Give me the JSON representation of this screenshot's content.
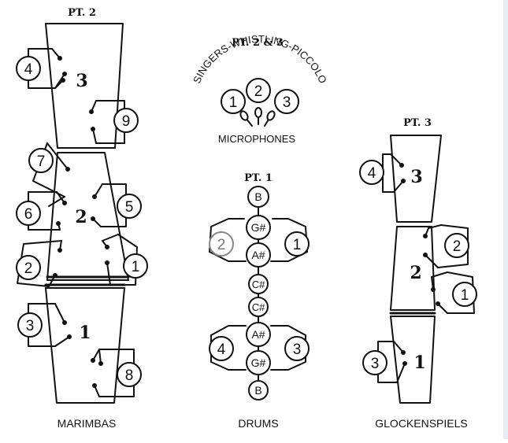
{
  "headers": {
    "marimbas_part": "PT. 2",
    "mics_part": "PT. 2 & 3",
    "drums_part": "PT. 1",
    "glock_part": "PT. 3"
  },
  "mics": {
    "arc_text": "SINGERS-WHISTLING-PICCOLO",
    "label": "MICROPHONES",
    "numbers": [
      "1",
      "2",
      "3"
    ]
  },
  "marimbas": {
    "label": "MARIMBAS",
    "instrument_numbers": [
      "3",
      "2",
      "1"
    ],
    "player_numbers": [
      "4",
      "9",
      "7",
      "6",
      "5",
      "2",
      "1",
      "3",
      "8"
    ]
  },
  "drums": {
    "label": "DRUMS",
    "drum_labels": [
      "B",
      "G#",
      "A#",
      "C#",
      "C#",
      "A#",
      "G#",
      "B"
    ],
    "player_numbers": [
      "2",
      "1",
      "4",
      "3"
    ]
  },
  "glockenspiels": {
    "label": "GLOCKENSPIELS",
    "instrument_numbers": [
      "3",
      "2",
      "1"
    ],
    "player_numbers": [
      "4",
      "2",
      "1",
      "3"
    ]
  }
}
